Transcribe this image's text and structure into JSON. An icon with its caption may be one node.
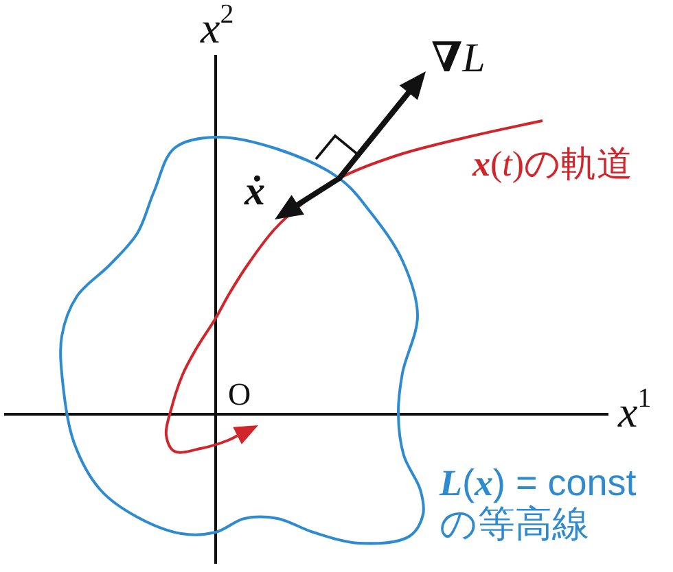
{
  "diagram": {
    "labels": [
      "*x*$^{2}$",
      "∇*L*",
      "**x**(*t*)の軌道",
      "ẋ",
      "O",
      "*x*$^{1}$",
      "**L**(**x**) = const の等高線"
    ]
  }
}
